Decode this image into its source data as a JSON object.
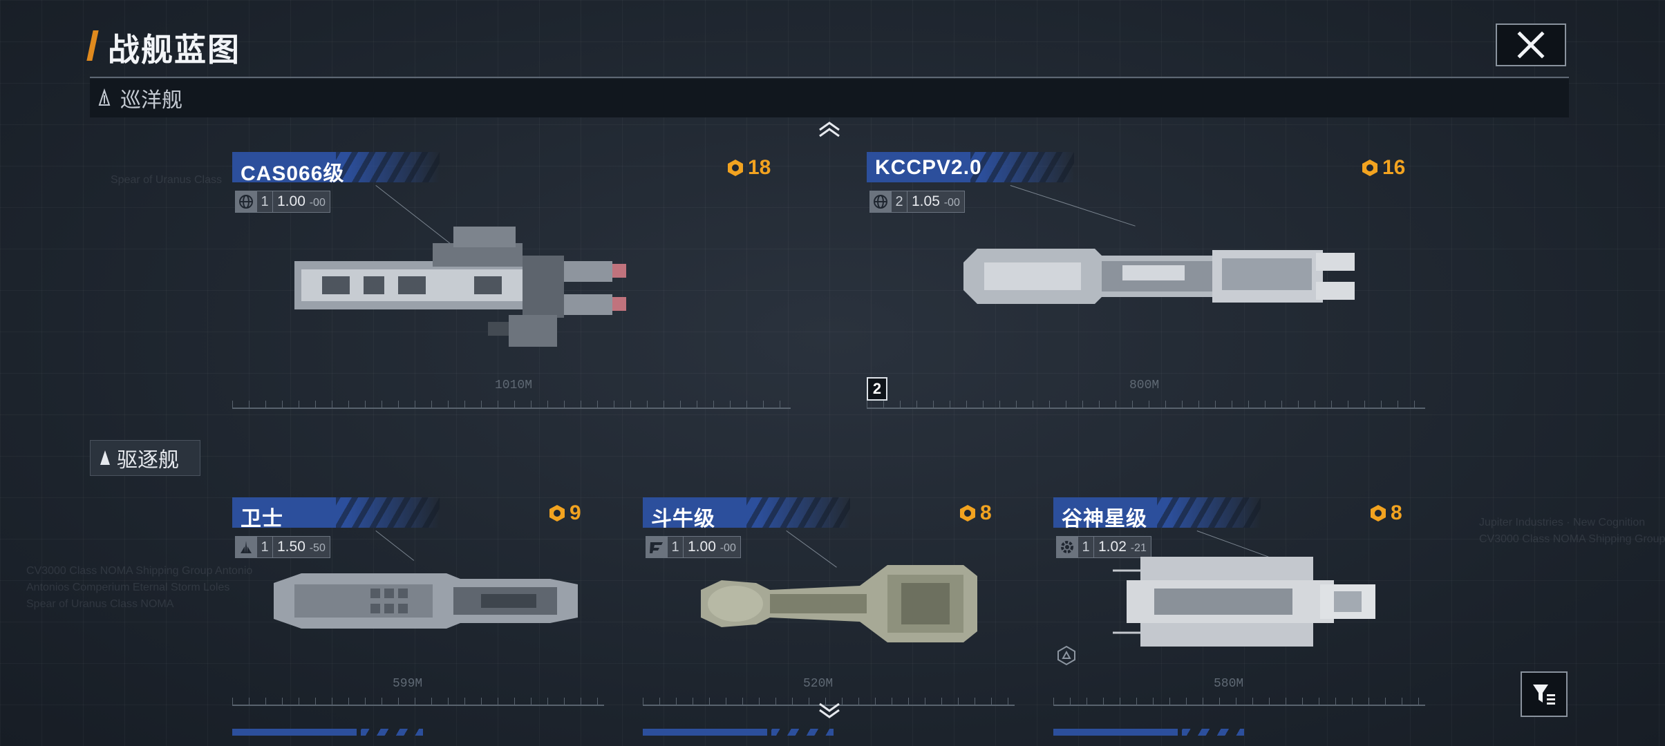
{
  "header": {
    "title": "战舰蓝图"
  },
  "categories": {
    "cruiser": {
      "label": "巡洋舰"
    },
    "destroyer": {
      "label": "驱逐舰"
    }
  },
  "ships": [
    {
      "name": "CAS066级",
      "cost": "18",
      "tier": "1",
      "value": "1.00",
      "sub": "-00",
      "length": "1010M",
      "class_icon": "globe-icon"
    },
    {
      "name": "KCCPV2.0",
      "cost": "16",
      "tier": "2",
      "value": "1.05",
      "sub": "-00",
      "length": "800M",
      "class_icon": "globe-icon",
      "slot_badge": "2"
    },
    {
      "name": "卫士",
      "cost": "9",
      "tier": "1",
      "value": "1.50",
      "sub": "-50",
      "length": "599M",
      "class_icon": "wing-icon"
    },
    {
      "name": "斗牛级",
      "cost": "8",
      "tier": "1",
      "value": "1.00",
      "sub": "-00",
      "length": "520M",
      "class_icon": "manufacturer-icon"
    },
    {
      "name": "谷神星级",
      "cost": "8",
      "tier": "1",
      "value": "1.02",
      "sub": "-21",
      "length": "580M",
      "class_icon": "gear-icon"
    }
  ],
  "background_text": {
    "left_1": "CV3000 Class NOMA Shipping Group Antonio",
    "left_2": "Antonios Comperium Eternal Storm Loles",
    "left_3": "Spear of Uranus Class NOMA",
    "top_left": "Spear of Uranus Class",
    "right_1": "Jupiter Industries · New Cognition",
    "right_2": "CV3000 Class NOMA Shipping Group"
  },
  "colors": {
    "accent_orange": "#f2a320",
    "header_blue": "#2c4f9c",
    "background": "#1f2630"
  }
}
